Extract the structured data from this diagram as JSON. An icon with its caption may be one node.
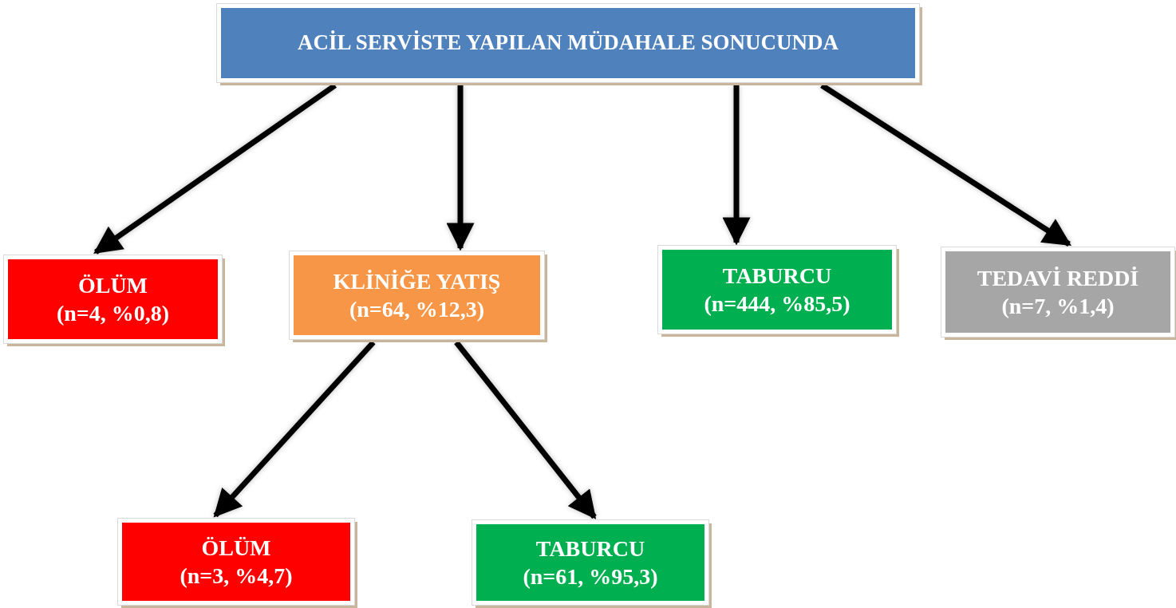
{
  "diagram": {
    "nodes": [
      {
        "text": [
          "ACİL SERVİSTE YAPILAN MÜDAHALE SONUCUNDA"
        ]
      },
      {
        "text": [
          "ÖLÜM",
          "(n=4, %0,8)"
        ]
      },
      {
        "text": [
          "KLİNİĞE YATIŞ",
          "(n=64, %12,3)"
        ]
      },
      {
        "text": [
          "TABURCU",
          "(n=444, %85,5)"
        ]
      },
      {
        "text": [
          "TEDAVİ REDDİ",
          "(n=7, %1,4)"
        ]
      },
      {
        "text": [
          "ÖLÜM",
          "(n=3, %4,7)"
        ]
      },
      {
        "text": [
          "TABURCU",
          "(n=61, %95,3)"
        ]
      }
    ],
    "edges": [
      {
        "from": 0,
        "to": 1,
        "arrow": "to"
      },
      {
        "from": 0,
        "to": 2,
        "arrow": "to"
      },
      {
        "from": 0,
        "to": 3,
        "arrow": "to"
      },
      {
        "from": 0,
        "to": 4,
        "arrow": "to"
      },
      {
        "from": 2,
        "to": 5,
        "arrow": "to"
      },
      {
        "from": 2,
        "to": 6,
        "arrow": "to"
      }
    ]
  }
}
